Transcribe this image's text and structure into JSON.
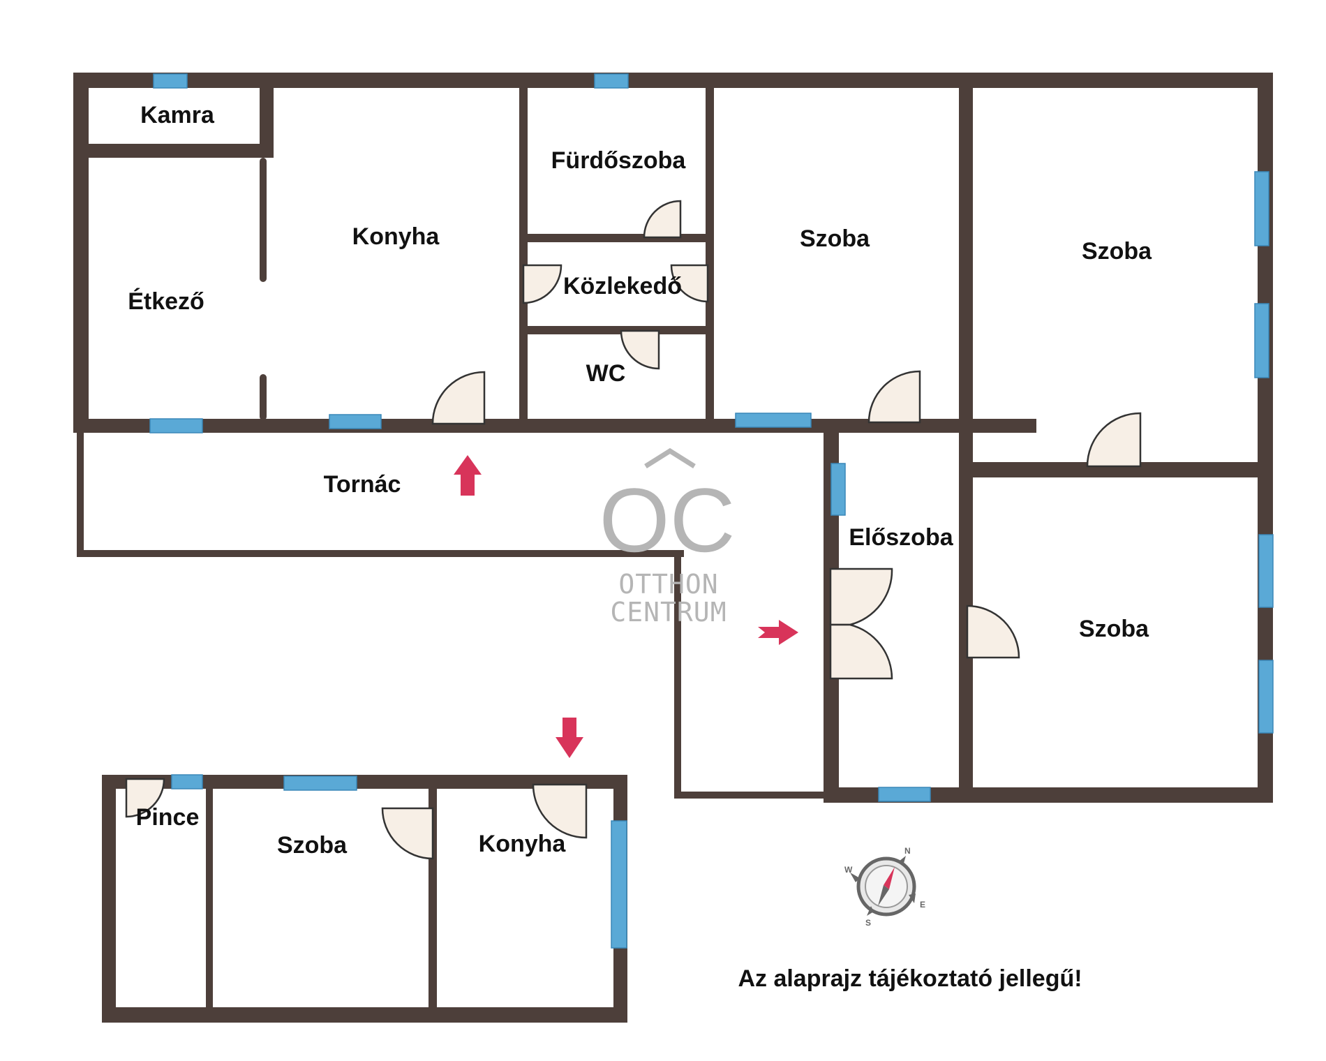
{
  "rooms": {
    "kamra": "Kamra",
    "etkezo": "Étkező",
    "konyha": "Konyha",
    "furdoszoba": "Fürdőszoba",
    "kozlekedo": "Közlekedő",
    "wc": "WC",
    "szoba_mid": "Szoba",
    "szoba_right_top": "Szoba",
    "tornac": "Tornác",
    "eloszoba": "Előszoba",
    "szoba_right_bottom": "Szoba",
    "pince": "Pince",
    "szoba_lower": "Szoba",
    "konyha_lower": "Konyha"
  },
  "watermark": {
    "logo": "OC",
    "line1": "OTTHON",
    "line2": "CENTRUM"
  },
  "compass": {
    "n": "N",
    "e": "E",
    "s": "S",
    "w": "W"
  },
  "note": "Az alaprajz tájékoztató jellegű!",
  "colors": {
    "wall": "#4d3f3a",
    "window": "#5aa9d6",
    "arrow": "#d8345a"
  }
}
